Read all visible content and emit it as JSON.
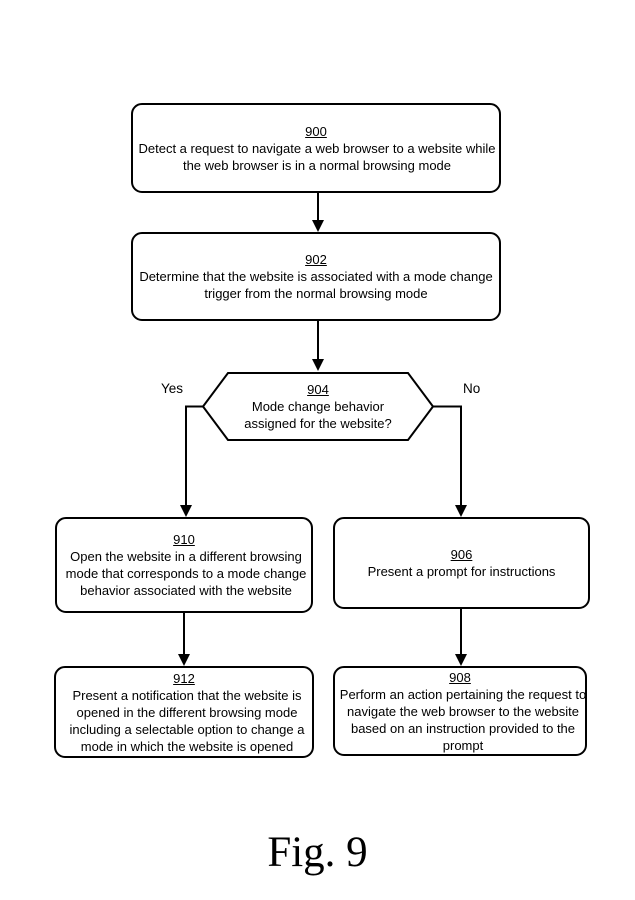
{
  "figure": {
    "caption": "Fig. 9",
    "type": "flowchart"
  },
  "colors": {
    "stroke": "#000000",
    "background": "#ffffff"
  },
  "nodes": {
    "n900": {
      "ref": "900",
      "shape": "rounded-rect",
      "text": "Detect a request to navigate a web browser to a website while the web browser is in a normal browsing mode"
    },
    "n902": {
      "ref": "902",
      "shape": "rounded-rect",
      "text": "Determine that the website is associated with a mode change trigger from the normal browsing mode"
    },
    "n904": {
      "ref": "904",
      "shape": "hexagon",
      "text": "Mode change behavior assigned for the website?"
    },
    "n910": {
      "ref": "910",
      "shape": "rounded-rect",
      "text": "Open the website in a different browsing mode that corresponds to a mode change behavior associated with the website"
    },
    "n906": {
      "ref": "906",
      "shape": "rounded-rect",
      "text": "Present a prompt for instructions"
    },
    "n912": {
      "ref": "912",
      "shape": "rounded-rect",
      "text": "Present a notification that the website is opened in the different browsing mode including a selectable option to change a mode in which the website is opened"
    },
    "n908": {
      "ref": "908",
      "shape": "rounded-rect",
      "text": "Perform an action pertaining the request to navigate the web browser to the website based on an instruction provided to the prompt"
    }
  },
  "edges": [
    {
      "from": "900",
      "to": "902",
      "label": ""
    },
    {
      "from": "902",
      "to": "904",
      "label": ""
    },
    {
      "from": "904",
      "to": "910",
      "label": "Yes"
    },
    {
      "from": "904",
      "to": "906",
      "label": "No"
    },
    {
      "from": "910",
      "to": "912",
      "label": ""
    },
    {
      "from": "906",
      "to": "908",
      "label": ""
    }
  ]
}
